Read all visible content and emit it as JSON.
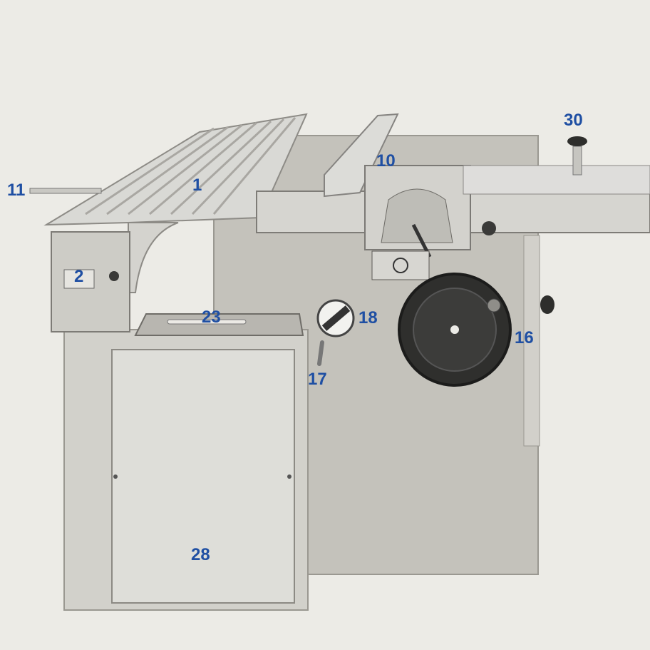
{
  "figure": {
    "subject": "panel saw machine",
    "colors": {
      "background": "#ecebe6",
      "machine_body": "#c4c2bb",
      "metal": "#d8d8d4",
      "dark_part": "#3a3a38",
      "callout": "#1f4fa3"
    }
  },
  "callouts": {
    "c1": "1",
    "c2": "2",
    "c10": "10",
    "c11": "11",
    "c16": "16",
    "c17": "17",
    "c18": "18",
    "c23": "23",
    "c28": "28",
    "c30": "30"
  }
}
